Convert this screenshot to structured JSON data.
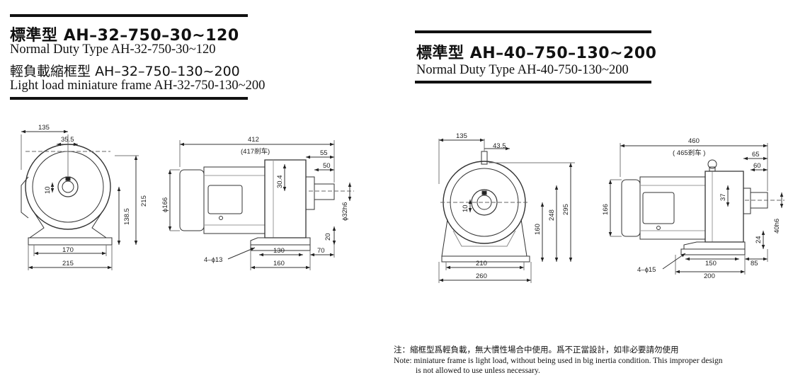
{
  "left_block": {
    "title_cn": "標準型",
    "title_model": "AH–32–750–30~120",
    "line1": "Normal Duty Type   AH-32-750-30~120",
    "line2_cn": "輕負載縮框型",
    "line2_model": "AH–32–750–130~200",
    "line3": "Light load miniature frame   AH-32-750-130~200"
  },
  "right_block": {
    "title_cn": "標準型",
    "title_model": "AH–40–750–130~200",
    "line1": "Normal Duty Type   AH-40-750-130~200"
  },
  "dims_left_front": {
    "d135": "135",
    "d35_5": "35.5",
    "d10": "10",
    "d215v": "215",
    "d138_5": "138.5",
    "d170": "170",
    "d215h": "215"
  },
  "dims_left_side": {
    "d412": "412",
    "d417": "(417剎车)",
    "d55": "55",
    "d50": "50",
    "d30_4": "30.4",
    "d166": "ϕ166",
    "d32h6": "ϕ32h6",
    "d20": "20",
    "d130": "130",
    "d70": "70",
    "d160": "160",
    "hole": "4–ϕ13"
  },
  "dims_right_front": {
    "d135": "135",
    "d43_5": "43.5",
    "d10": "10",
    "d295": "295",
    "d248": "248",
    "d160": "160",
    "d210": "210",
    "d260": "260"
  },
  "dims_right_side": {
    "d460": "460",
    "d465": "( 465剎车 )",
    "d65": "65",
    "d60": "60",
    "d37": "37",
    "d166": "166",
    "d40h6": "40h6",
    "d24": "24",
    "d150": "150",
    "d85": "85",
    "d200": "200",
    "hole": "4–ϕ15"
  },
  "notes": {
    "cn": "注：縮框型爲輕負載，無大慣性場合中使用。爲不正當設計，如非必要請勿使用",
    "en1": "Note: miniature frame is light load, without being used in big inertia condition. This improper design",
    "en2": "is not allowed to use unless necessary."
  }
}
